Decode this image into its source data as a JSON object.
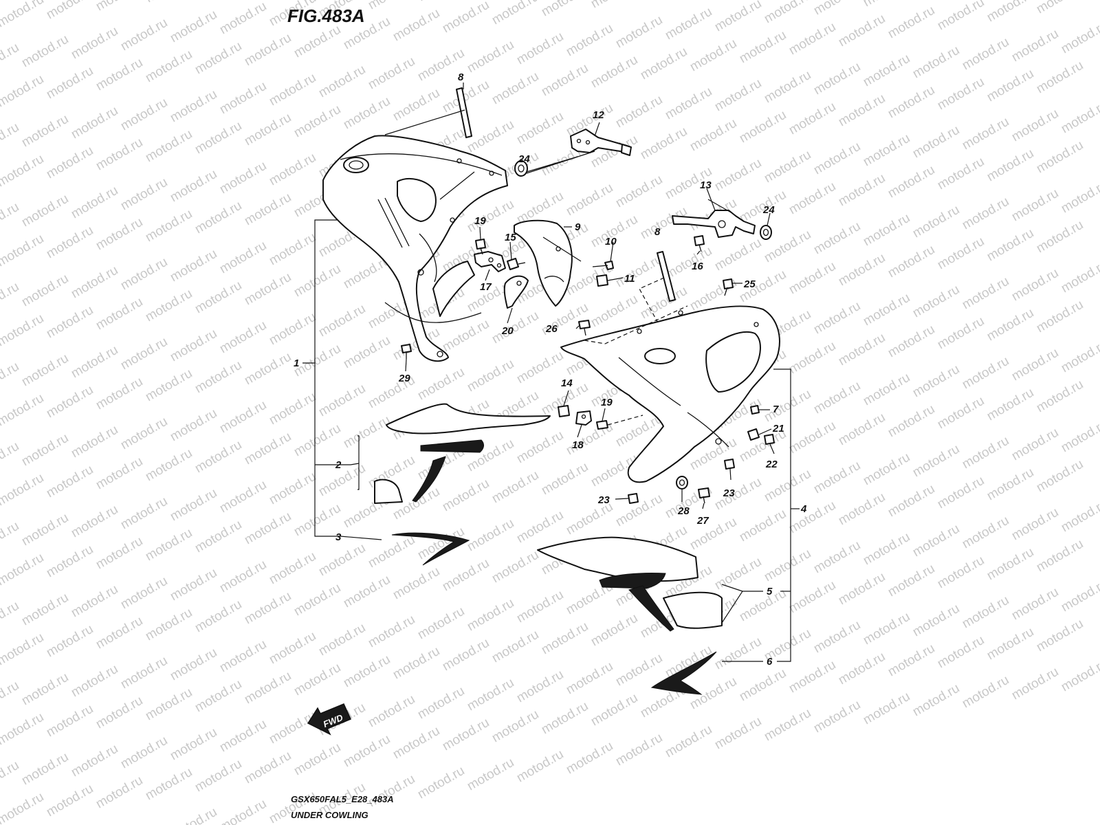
{
  "figure": {
    "title": "FIG.483A",
    "code": "GSX650FAL5_E28_483A",
    "name": "UNDER COWLING",
    "fwd_label": "FWD"
  },
  "watermark": {
    "text": "motod.ru",
    "color": "#c8c8c8"
  },
  "callouts": {
    "c1": "1",
    "c2": "2",
    "c3": "3",
    "c4": "4",
    "c5": "5",
    "c6": "6",
    "c7": "7",
    "c8a": "8",
    "c8b": "8",
    "c9": "9",
    "c10": "10",
    "c11": "11",
    "c12": "12",
    "c13": "13",
    "c14": "14",
    "c15": "15",
    "c16": "16",
    "c17": "17",
    "c18": "18",
    "c19a": "19",
    "c19b": "19",
    "c20": "20",
    "c21": "21",
    "c22": "22",
    "c23a": "23",
    "c23b": "23",
    "c24a": "24",
    "c24b": "24",
    "c25": "25",
    "c26": "26",
    "c27": "27",
    "c28": "28",
    "c29": "29"
  }
}
